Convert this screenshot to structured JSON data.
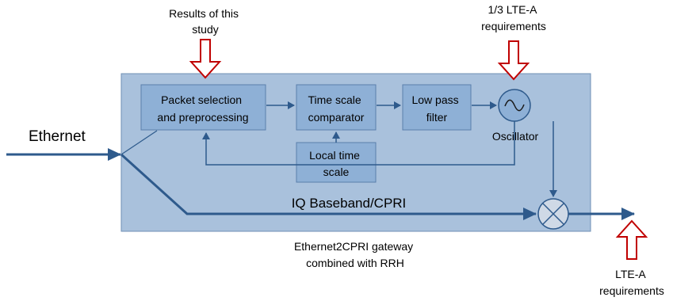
{
  "diagram": {
    "ethernet_label": "Ethernet",
    "results_label": [
      "Results of this",
      "study"
    ],
    "lte_third_label": [
      "1/3 LTE-A",
      "requirements"
    ],
    "lte_req_label": [
      "LTE-A",
      "requirements"
    ],
    "gateway_caption": [
      "Ethernet2CPRI gateway",
      "combined with RRH"
    ],
    "iq_label": "IQ Baseband/CPRI",
    "oscillator_label": "Oscillator",
    "blocks": {
      "packet_selection": [
        "Packet selection",
        "and preprocessing"
      ],
      "time_scale_comparator": [
        "Time scale",
        "comparator"
      ],
      "low_pass_filter": [
        "Low pass",
        "filter"
      ],
      "local_time_scale": [
        "Local time",
        "scale"
      ]
    },
    "colors": {
      "gateway_fill": "#a9c1dc",
      "block_fill": "#8eb0d6",
      "line": "#2e5a8c",
      "red_arrow": "#c00000"
    }
  }
}
